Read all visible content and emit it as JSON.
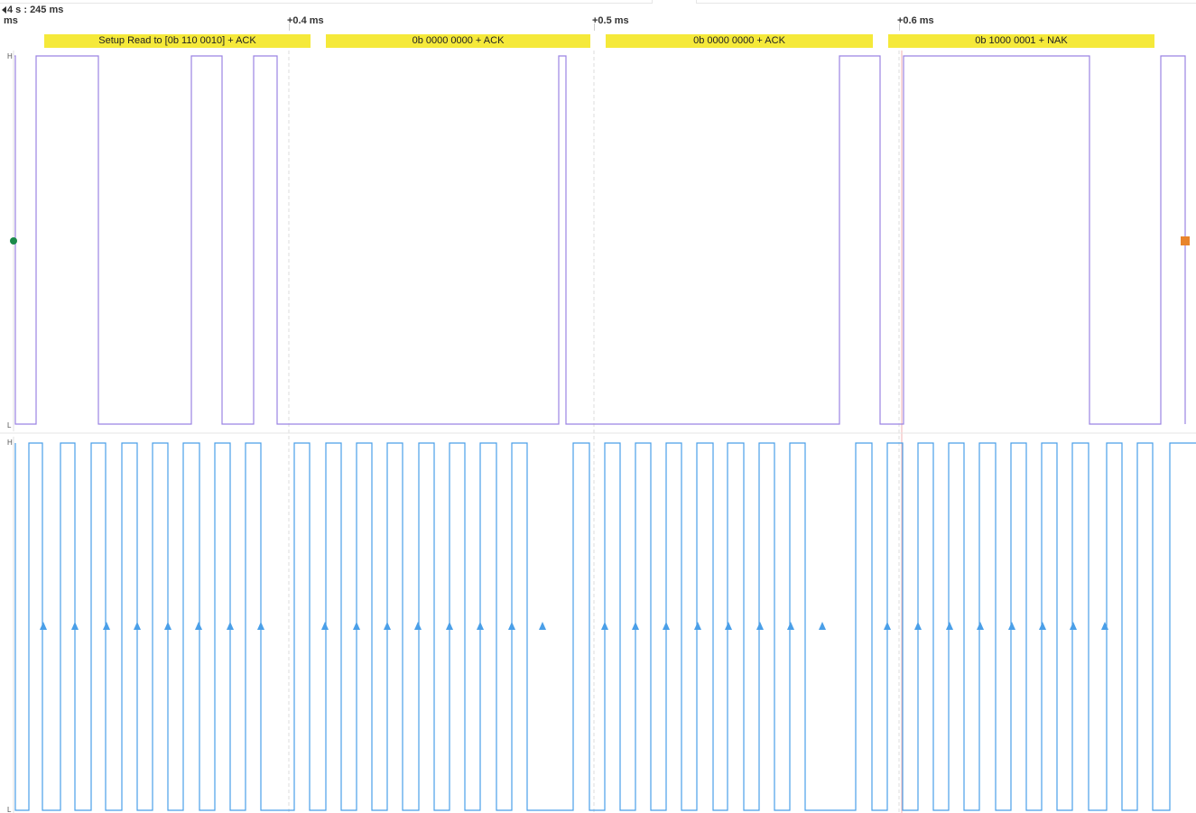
{
  "timeline": {
    "anchor_time": "4 s : 245 ms",
    "unit": "ms",
    "ticks": [
      "+0.4 ms",
      "+0.5 ms",
      "+0.6 ms"
    ]
  },
  "annotations": [
    "Setup Read to [0b 110 0010] + ACK",
    "0b 0000 0000 + ACK",
    "0b 0000 0000 + ACK",
    "0b 1000 0001 + NAK"
  ],
  "channels": {
    "sda": {
      "high_label": "H",
      "low_label": "L",
      "color": "#9b84e3",
      "start_marker_color": "#1a8a4a",
      "end_marker_color": "#e8842c"
    },
    "scl": {
      "high_label": "H",
      "low_label": "L",
      "color": "#4a9fe8"
    }
  },
  "colors": {
    "annotation_bg": "#f5e93a",
    "gridline": "#d8d8d8",
    "cursor": "#f0a0a0"
  }
}
